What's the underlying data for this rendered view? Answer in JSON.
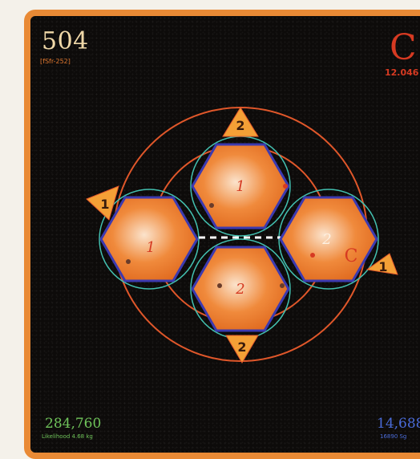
{
  "card": {
    "top_number": "504",
    "top_sub": "[fSfr-252]",
    "symbol": "C",
    "symbol_sub": "12.046",
    "bottom_left_number": "284,760",
    "bottom_left_sub": "Likelihood 4.68 kg",
    "bottom_right_number": "14,688",
    "bottom_right_sub": "16890 Sg"
  },
  "diagram": {
    "hexagon_labels": [
      "1",
      "1",
      "2",
      "2"
    ],
    "triangle_labels": [
      "2",
      "1",
      "1",
      "2"
    ],
    "inner_symbol": "C",
    "colors": {
      "border": "#e98a35",
      "hex_fill": "#f08a3c",
      "hex_outline": "#3c3ab0",
      "ring": "#e0572a",
      "teal": "#43c0b0",
      "triangle": "#f4a036"
    }
  }
}
